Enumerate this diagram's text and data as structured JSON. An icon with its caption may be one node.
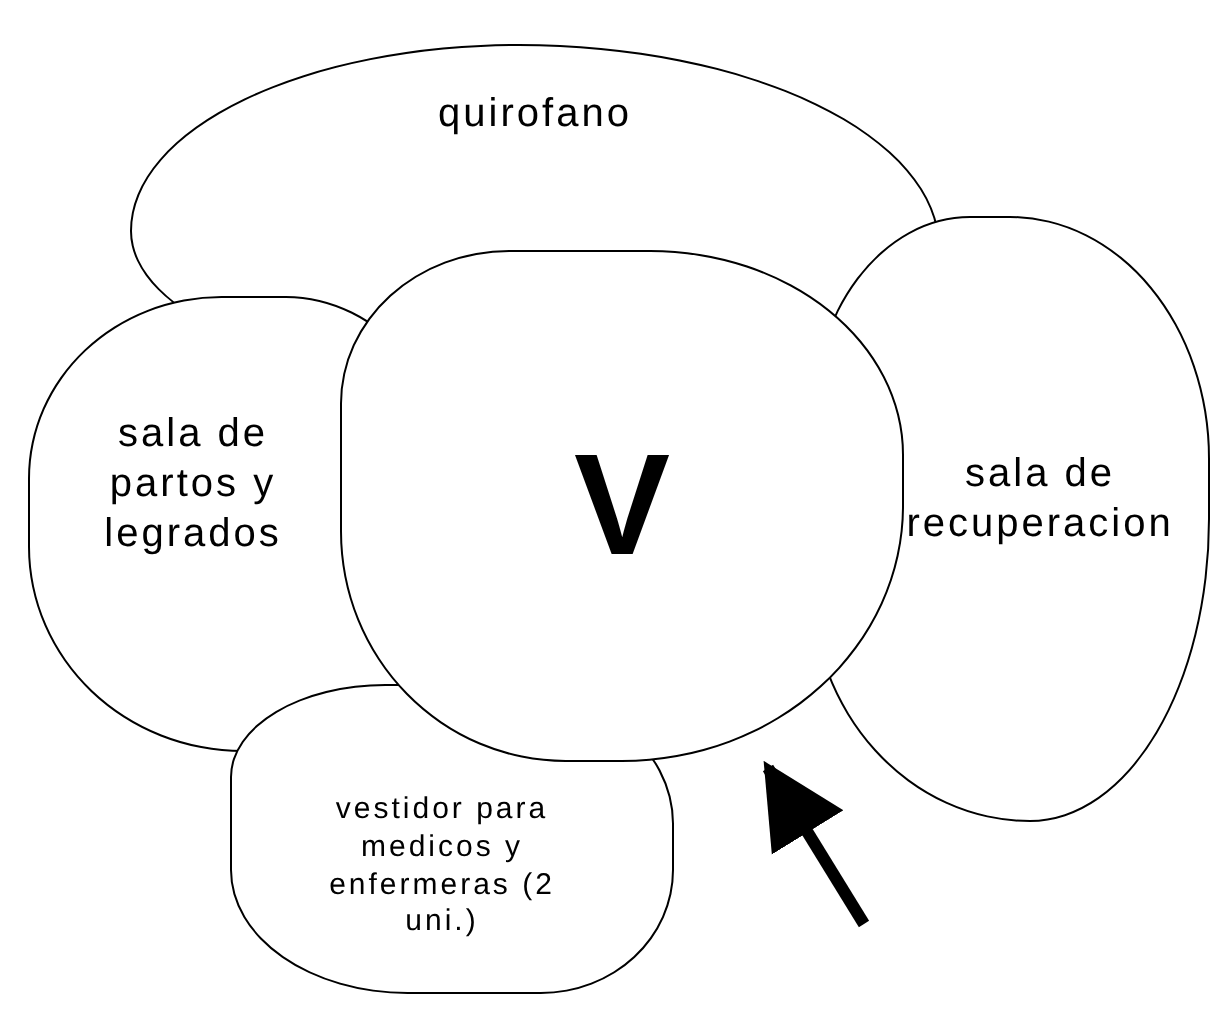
{
  "diagram": {
    "nodes": [
      {
        "text": [
          "quirofano"
        ]
      },
      {
        "text": [
          "sala de partos y legrados"
        ]
      },
      {
        "text": [
          "V"
        ]
      },
      {
        "text": [
          "sala de recuperacion"
        ]
      },
      {
        "text": [
          "vestidor para medicos y enfermeras (2 uni.)"
        ]
      }
    ],
    "edges": [
      {
        "from": null,
        "to": 2,
        "arrow": "to"
      }
    ]
  }
}
